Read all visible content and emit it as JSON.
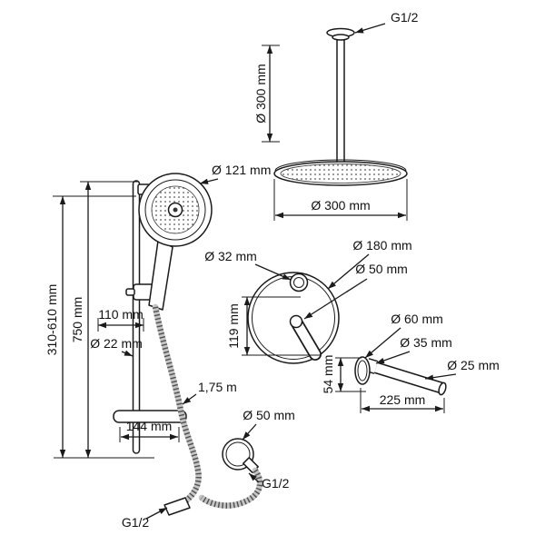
{
  "diagram": {
    "ceiling_shower": {
      "connection_label": "G1/2",
      "arm_length_label": "Ø 300 mm",
      "head_diameter_label": "Ø 300 mm"
    },
    "hand_shower": {
      "head_diameter_label": "Ø 121 mm",
      "hose_length_label": "1,75 m",
      "hose_connection_label": "G1/2"
    },
    "slide_bar": {
      "height_range_label": "310-610 mm",
      "bar_length_label": "750 mm",
      "wall_offset_label": "110 mm",
      "bar_diameter_label": "Ø 22 mm",
      "bracket_width_label": "144 mm"
    },
    "mixer": {
      "knob_diameter_label": "Ø 32 mm",
      "plate_diameter_label": "Ø 180 mm",
      "body_diameter_label": "Ø 50 mm",
      "height_label": "119 mm"
    },
    "spout": {
      "flange_diameter_label": "Ø 60 mm",
      "base_diameter_label": "Ø 35 mm",
      "tube_diameter_label": "Ø 25 mm",
      "drop_label": "54 mm",
      "length_label": "225 mm"
    },
    "wall_outlet": {
      "diameter_label": "Ø 50 mm",
      "connection_label": "G1/2"
    },
    "colors": {
      "line": "#1a1a1a",
      "hose": "#c4c4c4",
      "nozzle_dot": "#555555"
    }
  }
}
